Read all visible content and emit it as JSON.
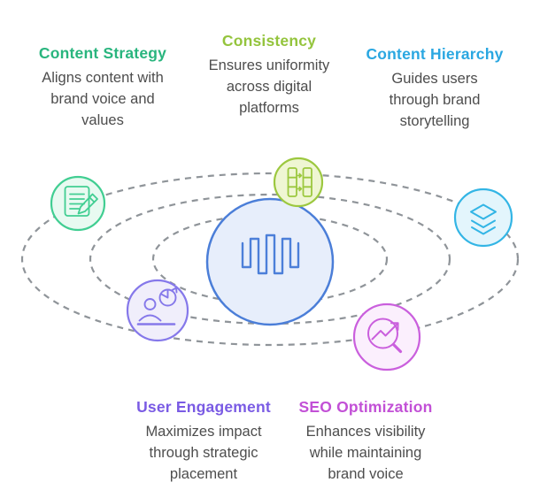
{
  "diagram": {
    "orbit_color": "#8f9499",
    "description_color": "#4d4d4d",
    "center": {
      "icon": "wave-bars-icon",
      "circle_fill": "#e7eefb",
      "circle_stroke": "#4b7ed8",
      "icon_stroke": "#4c7fd9"
    },
    "nodes": [
      {
        "id": "content-strategy",
        "title": "Content Strategy",
        "description": "Aligns content with brand voice and values",
        "color": "#29b57e",
        "circle_fill": "#e8faf1",
        "circle_stroke": "#41ce92",
        "icon": "document-pencil-icon"
      },
      {
        "id": "consistency",
        "title": "Consistency",
        "description": "Ensures uniformity across digital platforms",
        "color": "#94c43d",
        "circle_fill": "#eff6d3",
        "circle_stroke": "#9cc83f",
        "icon": "table-sync-icon"
      },
      {
        "id": "content-hierarchy",
        "title": "Content Hierarchy",
        "description": "Guides users through brand storytelling",
        "color": "#2aa7e1",
        "circle_fill": "#e3f5fc",
        "circle_stroke": "#33b5e5",
        "icon": "layers-icon"
      },
      {
        "id": "user-engagement",
        "title": "User Engagement",
        "description": "Maximizes impact through strategic placement",
        "color": "#7a5be4",
        "circle_fill": "#f0eefb",
        "circle_stroke": "#8578ea",
        "icon": "user-activity-icon"
      },
      {
        "id": "seo-optimization",
        "title": "SEO Optimization",
        "description": "Enhances visibility while maintaining brand voice",
        "color": "#c250d6",
        "circle_fill": "#fbeffd",
        "circle_stroke": "#ca5fdd",
        "icon": "search-growth-icon"
      }
    ]
  }
}
